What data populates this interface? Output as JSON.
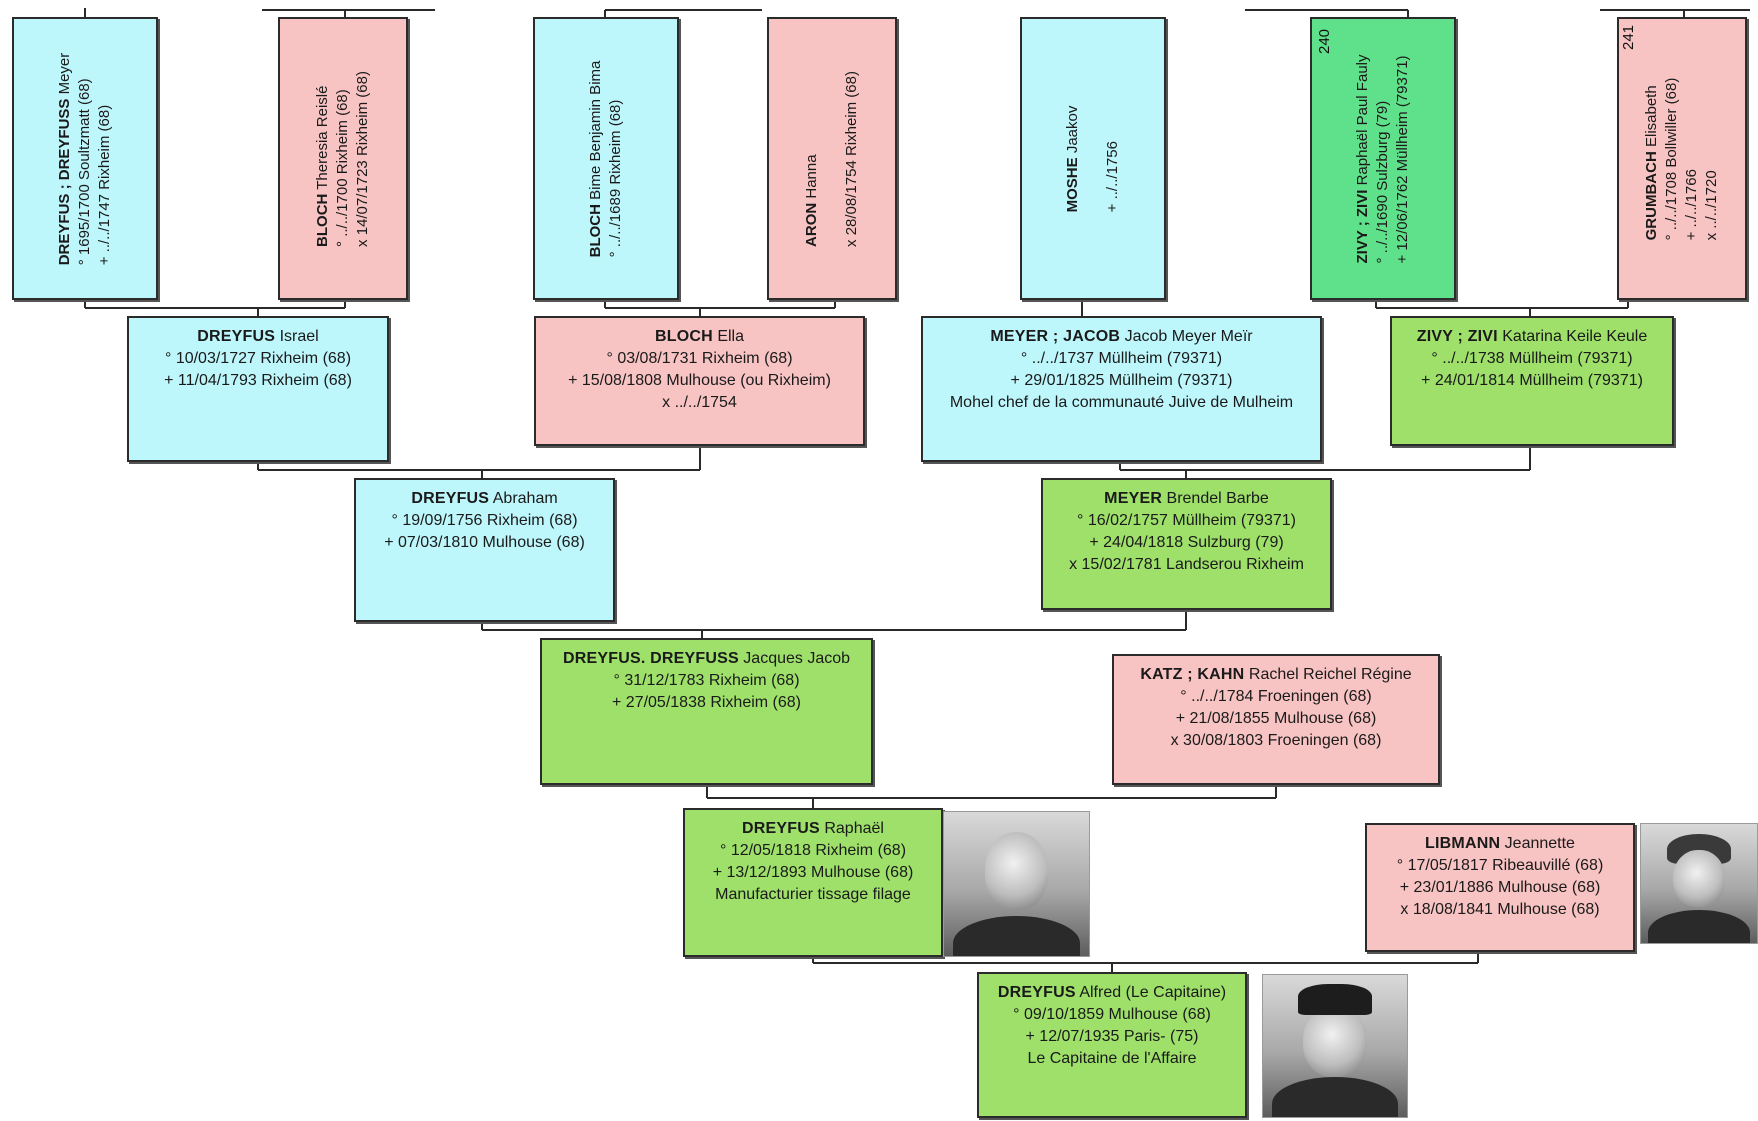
{
  "colors": {
    "male": "#bdf6fb",
    "female": "#f8c3c3",
    "green": "#9ee06a",
    "green_bright": "#5fe08a",
    "line": "#2a2a2a"
  },
  "top_row": [
    {
      "id": "p1",
      "surname": "DREYFUS ; DREYFUSS",
      "given": "Meyer",
      "lines": [
        "° 1695/1700 Soultzmatt (68)",
        "+ ../../1747 Rixheim (68)"
      ]
    },
    {
      "id": "p2",
      "surname": "BLOCH",
      "given": "Theresia Reislé",
      "lines": [
        "° ../../1700 Rixheim (68)",
        "x 14/07/1723 Rixheim (68)"
      ]
    },
    {
      "id": "p3",
      "surname": "BLOCH",
      "given": "Bime Benjamin Bima",
      "lines": [
        "° ../../1689 Rixheim (68)"
      ]
    },
    {
      "id": "p4",
      "surname": "ARON",
      "given": "Hanna",
      "lines": [
        "x 28/08/1754 Rixheim (68)"
      ]
    },
    {
      "id": "p5",
      "surname": "MOSHE",
      "given": "Jaakov",
      "lines": [
        "+ ../../1756"
      ]
    },
    {
      "id": "p6",
      "surname": "ZIVY ; ZIVI",
      "given": "Raphaël Paul Fauly",
      "sosa": "240",
      "lines": [
        "° ../../1690 Sulzburg (79)",
        "+ 12/06/1762 Müllheim (79371)"
      ]
    },
    {
      "id": "p7",
      "surname": "GRUMBACH",
      "given": "Elisabeth",
      "sosa": "241",
      "lines": [
        "° ../../1708 Bollwiller (68)",
        "+ ../../1766",
        "x ../../1720"
      ]
    }
  ],
  "row2": [
    {
      "id": "israel",
      "surname": "DREYFUS",
      "given": "Israel",
      "lines": [
        "° 10/03/1727 Rixheim (68)",
        "+ 11/04/1793 Rixheim (68)"
      ]
    },
    {
      "id": "ella",
      "surname": "BLOCH",
      "given": "Ella",
      "lines": [
        "° 03/08/1731 Rixheim (68)",
        "+ 15/08/1808 Mulhouse (ou Rixheim)",
        "x ../../1754"
      ]
    },
    {
      "id": "jacob",
      "surname": "MEYER ; JACOB",
      "given": "Jacob Meyer Meïr",
      "lines": [
        "° ../../1737 Müllheim (79371)",
        "+ 29/01/1825 Müllheim (79371)",
        "Mohel chef de la communauté Juive de Mulheim"
      ]
    },
    {
      "id": "katarina",
      "surname": "ZIVY ; ZIVI",
      "given": "Katarina Keile Keule",
      "lines": [
        "° ../../1738 Müllheim (79371)",
        "+ 24/01/1814 Müllheim (79371)"
      ]
    }
  ],
  "row3": [
    {
      "id": "abraham",
      "surname": "DREYFUS",
      "given": "Abraham",
      "lines": [
        "° 19/09/1756 Rixheim (68)",
        "+ 07/03/1810 Mulhouse (68)"
      ]
    },
    {
      "id": "brendel",
      "surname": "MEYER",
      "given": "Brendel Barbe",
      "lines": [
        "° 16/02/1757 Müllheim (79371)",
        "+ 24/04/1818 Sulzburg (79)",
        "x 15/02/1781 Landserou Rixheim"
      ]
    }
  ],
  "row4": [
    {
      "id": "jacques",
      "surname": "DREYFUS. DREYFUSS",
      "given": "Jacques Jacob",
      "lines": [
        "° 31/12/1783 Rixheim (68)",
        "+ 27/05/1838 Rixheim (68)"
      ]
    },
    {
      "id": "rachel",
      "surname": "KATZ ; KAHN",
      "given": "Rachel Reichel Régine",
      "lines": [
        "° ../../1784 Froeningen (68)",
        "+ 21/08/1855 Mulhouse (68)",
        "x 30/08/1803 Froeningen (68)"
      ]
    }
  ],
  "row5": [
    {
      "id": "raphael",
      "surname": "DREYFUS",
      "given": "Raphaël",
      "lines": [
        "° 12/05/1818 Rixheim (68)",
        "+ 13/12/1893 Mulhouse (68)",
        "Manufacturier tissage filage"
      ]
    },
    {
      "id": "jeannette",
      "surname": "LIBMANN",
      "given": "Jeannette",
      "lines": [
        "° 17/05/1817 Ribeauvillé (68)",
        "+ 23/01/1886 Mulhouse (68)",
        "x 18/08/1841 Mulhouse (68)"
      ]
    }
  ],
  "root": {
    "id": "alfred",
    "surname": "DREYFUS",
    "given": "Alfred (Le Capitaine)",
    "lines": [
      "° 09/10/1859 Mulhouse (68)",
      "+ 12/07/1935 Paris- (75)",
      "Le Capitaine de l'Affaire"
    ]
  }
}
